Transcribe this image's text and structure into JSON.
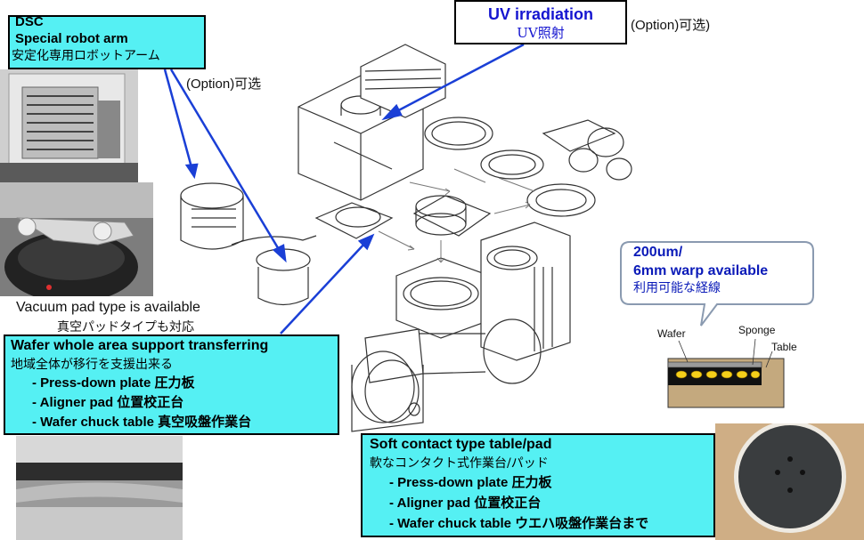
{
  "dsc_box": {
    "title": "DSC",
    "subtitle": "Special robot arm",
    "jp": "安定化専用ロボットアーム"
  },
  "option_left": "(Option)可选",
  "uv_box": {
    "title": "UV irradiation",
    "jp": "UV照射"
  },
  "option_right": "(Option)可选)",
  "vacuum": {
    "en": "Vacuum pad type is available",
    "jp": "真空パッドタイプも対応"
  },
  "warp_callout": {
    "line1": "200um/",
    "line2": "6mm warp available",
    "jp": "利用可能な経線"
  },
  "cross_section": {
    "wafer": "Wafer",
    "sponge": "Sponge",
    "table": "Table"
  },
  "wafer_box": {
    "title": "Wafer whole area support transferring",
    "jp": "地域全体が移行を支援出来る",
    "items": [
      "- Press-down plate 圧力板",
      "- Aligner pad 位置校正台",
      "- Wafer chuck table 真空吸盤作業台"
    ]
  },
  "soft_box": {
    "title": "Soft contact type table/pad",
    "jp": "軟なコンタクト式作業台/パッド",
    "items": [
      "- Press-down plate 圧力板",
      "- Aligner pad 位置校正台",
      "- Wafer chuck table ウエハ吸盤作業台まで"
    ]
  },
  "colors": {
    "box_fill": "#55f0f3",
    "arrow": "#1a3fd6",
    "uv_text": "#1515d0",
    "callout_text": "#0a1ab8"
  }
}
